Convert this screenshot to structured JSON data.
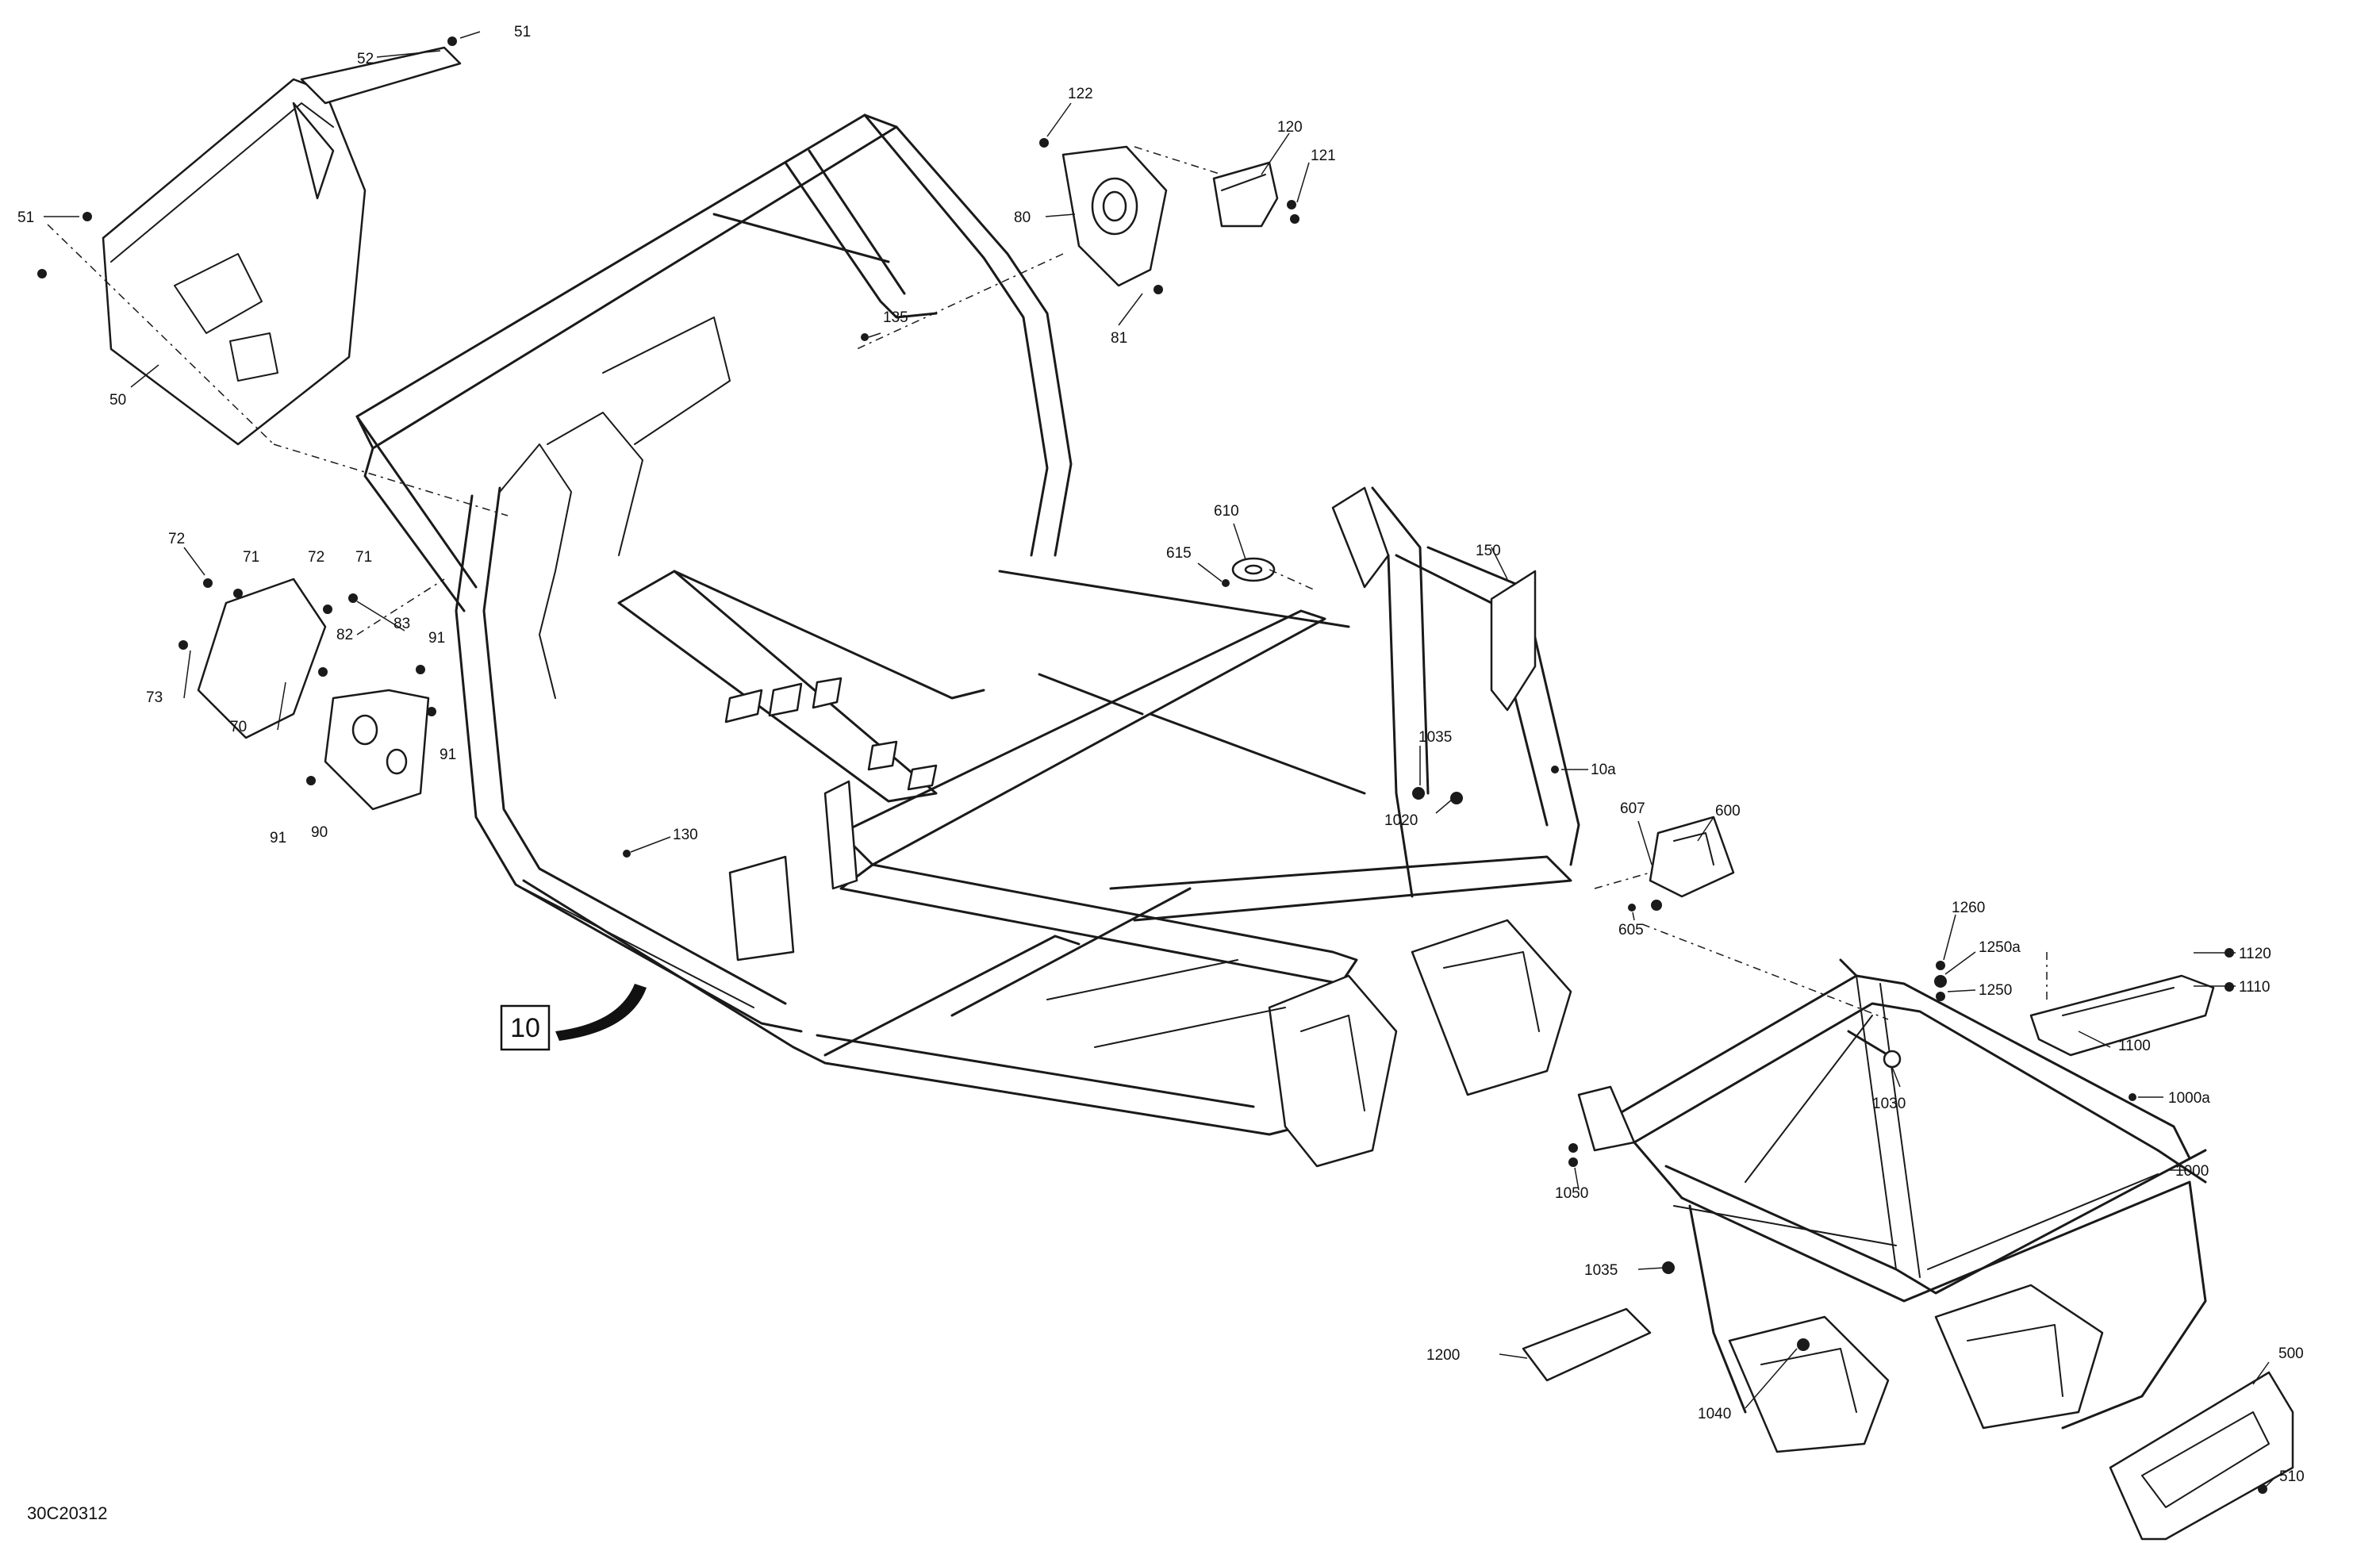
{
  "drawing_code": "30C20312",
  "reference_box": "10",
  "callouts": [
    {
      "id": "51a",
      "text": "51"
    },
    {
      "id": "52",
      "text": "52"
    },
    {
      "id": "51b",
      "text": "51"
    },
    {
      "id": "50",
      "text": "50"
    },
    {
      "id": "122",
      "text": "122"
    },
    {
      "id": "120",
      "text": "120"
    },
    {
      "id": "121",
      "text": "121"
    },
    {
      "id": "80",
      "text": "80"
    },
    {
      "id": "81",
      "text": "81"
    },
    {
      "id": "135",
      "text": "135"
    },
    {
      "id": "72a",
      "text": "72"
    },
    {
      "id": "71a",
      "text": "71"
    },
    {
      "id": "72b",
      "text": "72"
    },
    {
      "id": "71b",
      "text": "71"
    },
    {
      "id": "82",
      "text": "82"
    },
    {
      "id": "83",
      "text": "83"
    },
    {
      "id": "91a",
      "text": "91"
    },
    {
      "id": "73",
      "text": "73"
    },
    {
      "id": "91b",
      "text": "91"
    },
    {
      "id": "70",
      "text": "70"
    },
    {
      "id": "91c",
      "text": "91"
    },
    {
      "id": "90",
      "text": "90"
    },
    {
      "id": "610",
      "text": "610"
    },
    {
      "id": "615",
      "text": "615"
    },
    {
      "id": "150",
      "text": "150"
    },
    {
      "id": "1035a",
      "text": "1035"
    },
    {
      "id": "10a",
      "text": "10a"
    },
    {
      "id": "1020",
      "text": "1020"
    },
    {
      "id": "607",
      "text": "607"
    },
    {
      "id": "600",
      "text": "600"
    },
    {
      "id": "605",
      "text": "605"
    },
    {
      "id": "130",
      "text": "130"
    },
    {
      "id": "1260",
      "text": "1260"
    },
    {
      "id": "1250a",
      "text": "1250a"
    },
    {
      "id": "1250",
      "text": "1250"
    },
    {
      "id": "1120",
      "text": "1120"
    },
    {
      "id": "1110",
      "text": "1110"
    },
    {
      "id": "1100",
      "text": "1100"
    },
    {
      "id": "1030",
      "text": "1030"
    },
    {
      "id": "1000a",
      "text": "1000a"
    },
    {
      "id": "1050",
      "text": "1050"
    },
    {
      "id": "1000",
      "text": "1000"
    },
    {
      "id": "1035b",
      "text": "1035"
    },
    {
      "id": "1200",
      "text": "1200"
    },
    {
      "id": "1040",
      "text": "1040"
    },
    {
      "id": "500",
      "text": "500"
    },
    {
      "id": "510",
      "text": "510"
    }
  ]
}
